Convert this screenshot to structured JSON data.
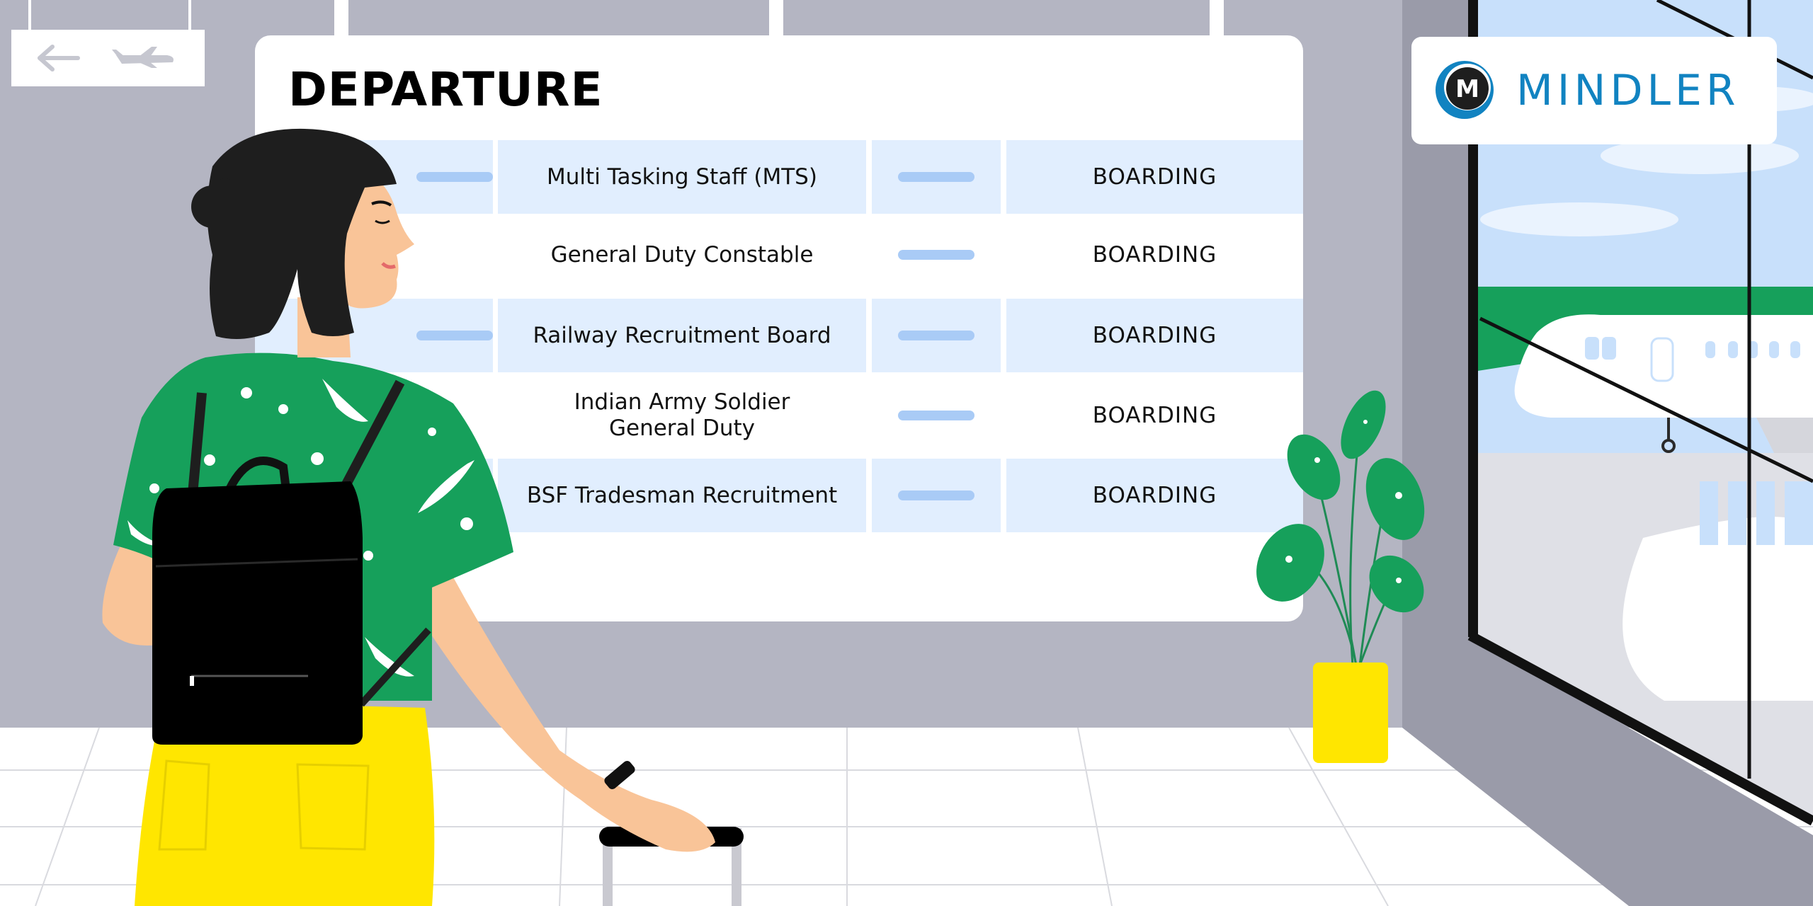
{
  "board": {
    "title": "DEPARTURE",
    "rows": [
      {
        "name": "Multi Tasking Staff (MTS)",
        "status": "BOARDING"
      },
      {
        "name": "General Duty Constable",
        "status": "BOARDING"
      },
      {
        "name": "Railway Recruitment Board",
        "status": "BOARDING"
      },
      {
        "name": "Indian Army Soldier\nGeneral Duty",
        "status": "BOARDING"
      },
      {
        "name": "BSF Tradesman Recruitment",
        "status": "BOARDING"
      }
    ]
  },
  "logo": {
    "text": "MINDLER",
    "letter": "M"
  },
  "colors": {
    "brand": "#1183c1",
    "board_row": "#e1eefe",
    "bar": "#a9cbf6",
    "shirt": "#16a05b",
    "pants": "#ffe600",
    "wall": "#b4b5c2",
    "floor": "#ffffff"
  },
  "icons": [
    "arrow-left-icon",
    "airplane-icon"
  ]
}
